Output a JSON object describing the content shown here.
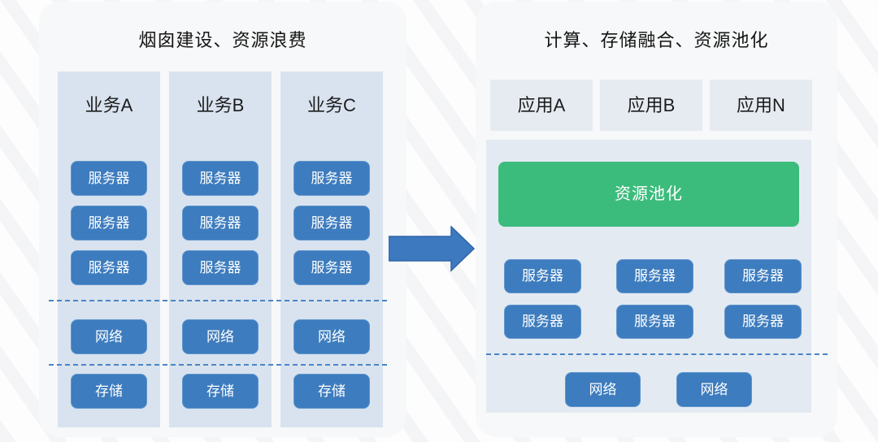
{
  "left_panel": {
    "title": "烟囱建设、资源浪费",
    "columns": [
      {
        "label": "业务A",
        "servers": [
          "服务器",
          "服务器",
          "服务器"
        ],
        "network": "网络",
        "storage": "存储"
      },
      {
        "label": "业务B",
        "servers": [
          "服务器",
          "服务器",
          "服务器"
        ],
        "network": "网络",
        "storage": "存储"
      },
      {
        "label": "业务C",
        "servers": [
          "服务器",
          "服务器",
          "服务器"
        ],
        "network": "网络",
        "storage": "存储"
      }
    ]
  },
  "right_panel": {
    "title": "计算、存储融合、资源池化",
    "apps": [
      {
        "label": "应用A"
      },
      {
        "label": "应用B"
      },
      {
        "label": "应用N"
      }
    ],
    "pool_label": "资源池化",
    "servers": [
      "服务器",
      "服务器",
      "服务器",
      "服务器",
      "服务器",
      "服务器"
    ],
    "networks": [
      "网络",
      "网络"
    ]
  },
  "colors": {
    "accent_blue": "#3d7cbe",
    "pool_green": "#3cbc7c",
    "dashed_line_blue": "#4a85c5",
    "silo_column_bg": "#d9e3ef",
    "pool_container_bg": "#e3eaf2",
    "card_bg": "#f7f8f9"
  }
}
